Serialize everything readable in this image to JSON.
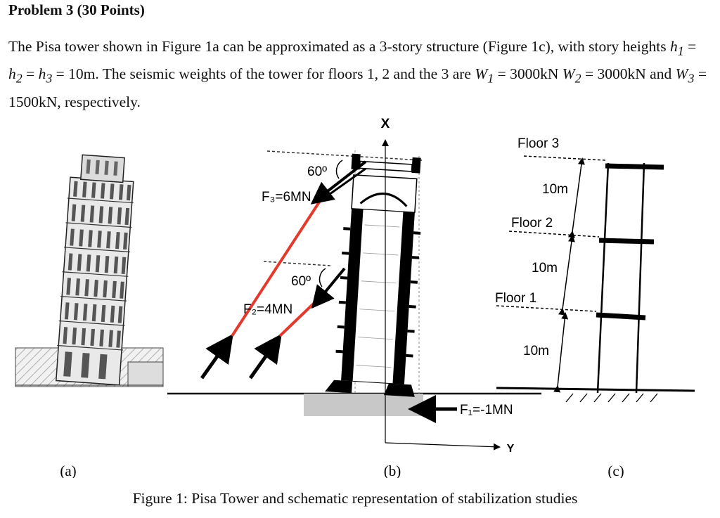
{
  "problem": {
    "title": "Problem 3 (30 Points)",
    "body": {
      "intro": "The Pisa tower shown in Figure 1a can be approximated as a 3-story structure (Figure 1c), with story heights ",
      "h1": "h",
      "eq1": " = ",
      "h2": "h",
      "eq2": " = ",
      "h3": "h",
      "mid": " = 10m. The seismic weights of the tower for floors 1, 2 and the 3 are ",
      "w1": "W",
      "w1val": " = 3000kN ",
      "w2": "W",
      "w2val": " = 3000kN and ",
      "w3": "W",
      "end": " = 1500kN, respectively.",
      "sub1": "1",
      "sub2": "2",
      "sub3": "3"
    }
  },
  "figure": {
    "panel_a_label": "(a)",
    "panel_b_label": "(b)",
    "panel_c_label": "(c)",
    "caption": "Figure 1: Pisa Tower and schematic representation of stabilization studies",
    "panel_b": {
      "axis_x": "X",
      "axis_y": "Y",
      "angle_top": "60º",
      "angle_mid": "60º",
      "force_3": "F₃=6MN",
      "force_2": "F₂=4MN",
      "force_1": "F₁=-1MN"
    },
    "panel_c": {
      "floor3": "Floor 3",
      "floor2": "Floor 2",
      "floor1": "Floor 1",
      "h_top": "10m",
      "h_mid": "10m",
      "h_bot": "10m"
    }
  }
}
